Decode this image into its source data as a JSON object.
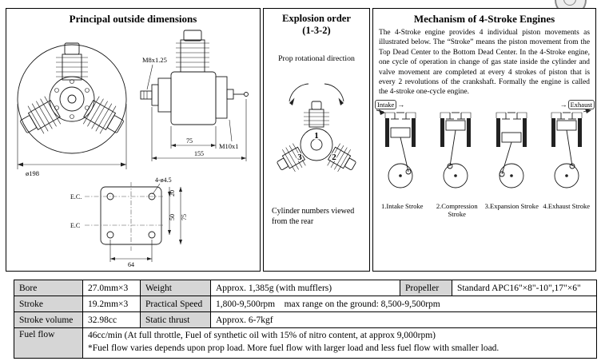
{
  "colors": {
    "table_header_bg": "#d6d6d6",
    "line_color": "#1a1a1a"
  },
  "icons": {
    "arrow_right": "→"
  },
  "dimensions": {
    "title": "Principal outside dimensions",
    "m8": "M8x1.25",
    "m10": "M10x1",
    "dia198": "ø198",
    "len75": "75",
    "len155": "155",
    "ec_top": "E.C.",
    "ec_bottom": "E.C",
    "holes": "4-ø4.5",
    "mount_w": "64",
    "mount_h20": "20",
    "mount_h50": "50",
    "mount_h75": "75"
  },
  "explosion": {
    "title": "Explosion order",
    "subtitle": "(1-3-2)",
    "prop_label": "Prop rotational direction",
    "cyl_top": "1",
    "cyl_left": "3",
    "cyl_right": "2",
    "caption": "Cylinder numbers viewed from the rear"
  },
  "mechanism": {
    "title": "Mechanism of 4-Stroke Engines",
    "body": "The 4-Stroke engine provides 4 individual piston movements as illustrated below. The “Stroke” means the piston movement from the Top Dead Center to the Bottom Dead Center. In the 4-Stroke engine, one cycle of operation in change of gas state inside the cylinder and valve movement are completed at every 4 strokes of piston that is every 2 revolutions of the crankshaft. Formally the engine is called the 4-stroke one-cycle engine.",
    "intake": "Intake",
    "exhaust": "Exhaust",
    "stroke1": "1.Intake Stroke",
    "stroke2": "2.Compression Stroke",
    "stroke3": "3.Expansion Stroke",
    "stroke4": "4.Exhaust Stroke"
  },
  "spec_table": {
    "bore_label": "Bore",
    "bore_value": "27.0mm×3",
    "weight_label": "Weight",
    "weight_value": "Approx. 1,385g (with mufflers)",
    "propeller_label": "Propeller",
    "propeller_value": "Standard APC16\"×8\"-10\",17\"×6\"",
    "stroke_label": "Stroke",
    "stroke_value": "19.2mm×3",
    "speed_label": "Practical Speed",
    "speed_value": "1,800-9,500rpm    max range on the ground: 8,500-9,500rpm",
    "volume_label": "Stroke volume",
    "volume_value": "32.98cc",
    "thrust_label": "Static thrust",
    "thrust_value": "Approx. 6-7kgf",
    "fuel_label": "Fuel flow",
    "fuel_value1": "46cc/min (At full throttle, Fuel of synthetic oil with 15% of nitro content, at approx 9,000rpm)",
    "fuel_value2": "*Fuel flow varies depends upon prop load. More fuel flow with larger load and less fuel flow with smaller load."
  }
}
